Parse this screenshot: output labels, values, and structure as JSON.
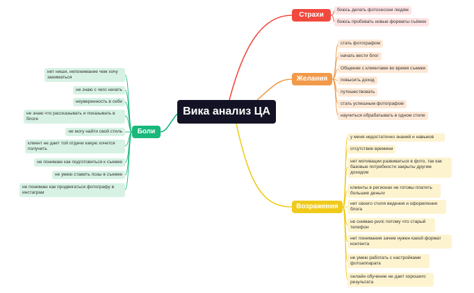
{
  "title": "Вика анализ ЦА",
  "colors": {
    "central": "#141325",
    "fears": "#f2493e",
    "wants": "#f19a4a",
    "objections": "#f0ca1a",
    "pains": "#18b77a"
  },
  "branches": {
    "fears": {
      "label": "Страхи",
      "items": [
        "боюсь делать фотосессии людям",
        "боюсь пробовать новые форматы съёмок"
      ]
    },
    "wants": {
      "label": "Желания",
      "items": [
        "стать фотографом",
        "начать вести блог",
        "Общение с клиентами во время съемки",
        "повысить доход",
        "путешествовать",
        "стать успешным фотографом",
        "научиться обрабатывать в одном стиле"
      ]
    },
    "objections": {
      "label": "Возражения",
      "items": [
        "у меня недостаточно знаний и навыков",
        "отсутствие времени",
        "нет мотивации развиваться в фото, так как базовые потребности закрыты другим доходом",
        "клиенты в регионах не готовы платить большие деньги",
        "нет своего стиля ведения и оформления блога",
        "не снимаю рилс потому что старый телефон",
        "нет понимания зачем нужен какой формат контента",
        "не умею работать с настройками фотоаппарата",
        "онлайн обучение не дает хорошего результата"
      ]
    },
    "pains": {
      "label": "Боли",
      "items": [
        "нет ниши, непонимание чем хочу заниматься",
        "не знаю с чего начать",
        "неуверенность в себе",
        "не знаю что рассказывать и показывать в блоге",
        "не могу найти свой стиль",
        "клиент не дает той отдачи какую хочется получить",
        "не понимаю как подготовиться к съемке",
        "не умею ставить позы в съемке",
        "не понимаю как продвигаться фотографу в инстаграм"
      ]
    }
  }
}
